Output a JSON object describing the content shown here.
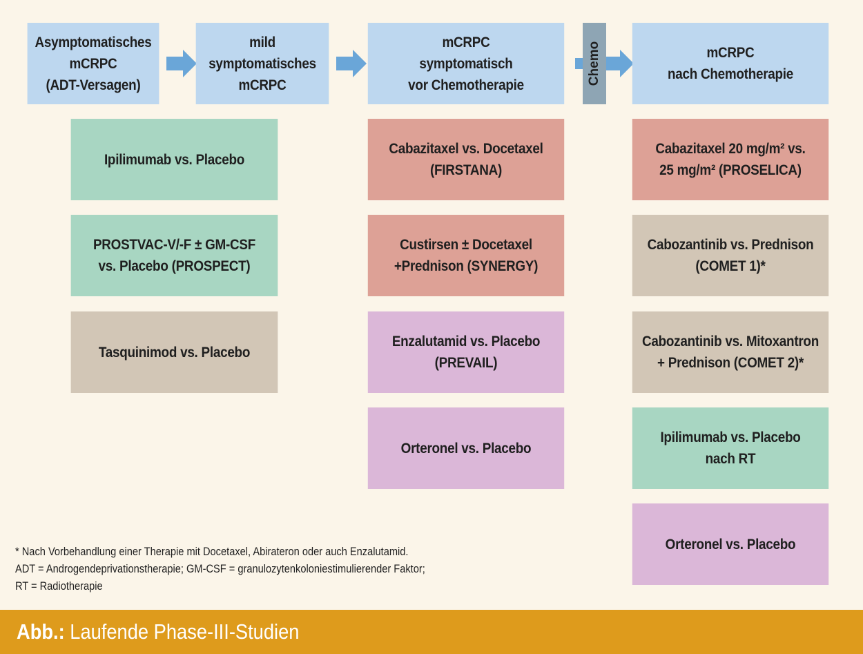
{
  "stages": [
    {
      "lines": [
        "Asymptomatisches",
        "mCRPC",
        "(ADT-Versagen)"
      ]
    },
    {
      "lines": [
        "mild",
        "symptomatisches",
        "mCRPC"
      ]
    },
    {
      "lines": [
        "mCRPC",
        "symptomatisch",
        "vor Chemotherapie"
      ]
    },
    {
      "lines": [
        "mCRPC",
        "nach Chemotherapie"
      ]
    }
  ],
  "chemo_label": "Chemo",
  "studies_col1": [
    {
      "lines": [
        "Ipilimumab vs. Placebo"
      ]
    },
    {
      "lines": [
        "PROSTVAC-V/-F ± GM-CSF",
        "vs. Placebo (PROSPECT)"
      ]
    },
    {
      "lines": [
        "Tasquinimod vs. Placebo"
      ]
    }
  ],
  "studies_col2": [
    {
      "lines": [
        "Cabazitaxel vs. Docetaxel",
        "(FIRSTANA)"
      ]
    },
    {
      "lines": [
        "Custirsen ± Docetaxel",
        "+Prednison (SYNERGY)"
      ]
    },
    {
      "lines": [
        "Enzalutamid vs. Placebo",
        "(PREVAIL)"
      ]
    },
    {
      "lines": [
        "Orteronel vs. Placebo"
      ]
    }
  ],
  "studies_col3": [
    {
      "lines": [
        "Cabazitaxel 20 mg/m² vs.",
        "25 mg/m² (PROSELICA)"
      ]
    },
    {
      "lines": [
        "Cabozantinib vs. Prednison",
        "(COMET 1)*"
      ]
    },
    {
      "lines": [
        "Cabozantinib vs. Mitoxantron",
        "+ Prednison (COMET 2)*"
      ]
    },
    {
      "lines": [
        "Ipilimumab vs. Placebo",
        "nach RT"
      ]
    },
    {
      "lines": [
        "Orteronel vs. Placebo"
      ]
    }
  ],
  "footnotes": [
    "* Nach Vorbehandlung einer Therapie mit Docetaxel, Abirateron oder auch Enzalutamid.",
    "ADT = Androgendeprivationstherapie; GM-CSF = granulozytenkoloniestimulierender Faktor;",
    "RT = Radiotherapie"
  ],
  "caption": {
    "prefix": "Abb.:",
    "text": "Laufende Phase-III-Studien"
  },
  "colors": {
    "header": "#bdd7ef",
    "green": "#a8d6c2",
    "red": "#dda196",
    "grey": "#d2c6b6",
    "violet": "#dbb7d8",
    "arrow": "#6aa6d8",
    "chemo": "#8ea5b4",
    "caption_bar": "#de9b1c",
    "background": "#fbf5e9"
  }
}
